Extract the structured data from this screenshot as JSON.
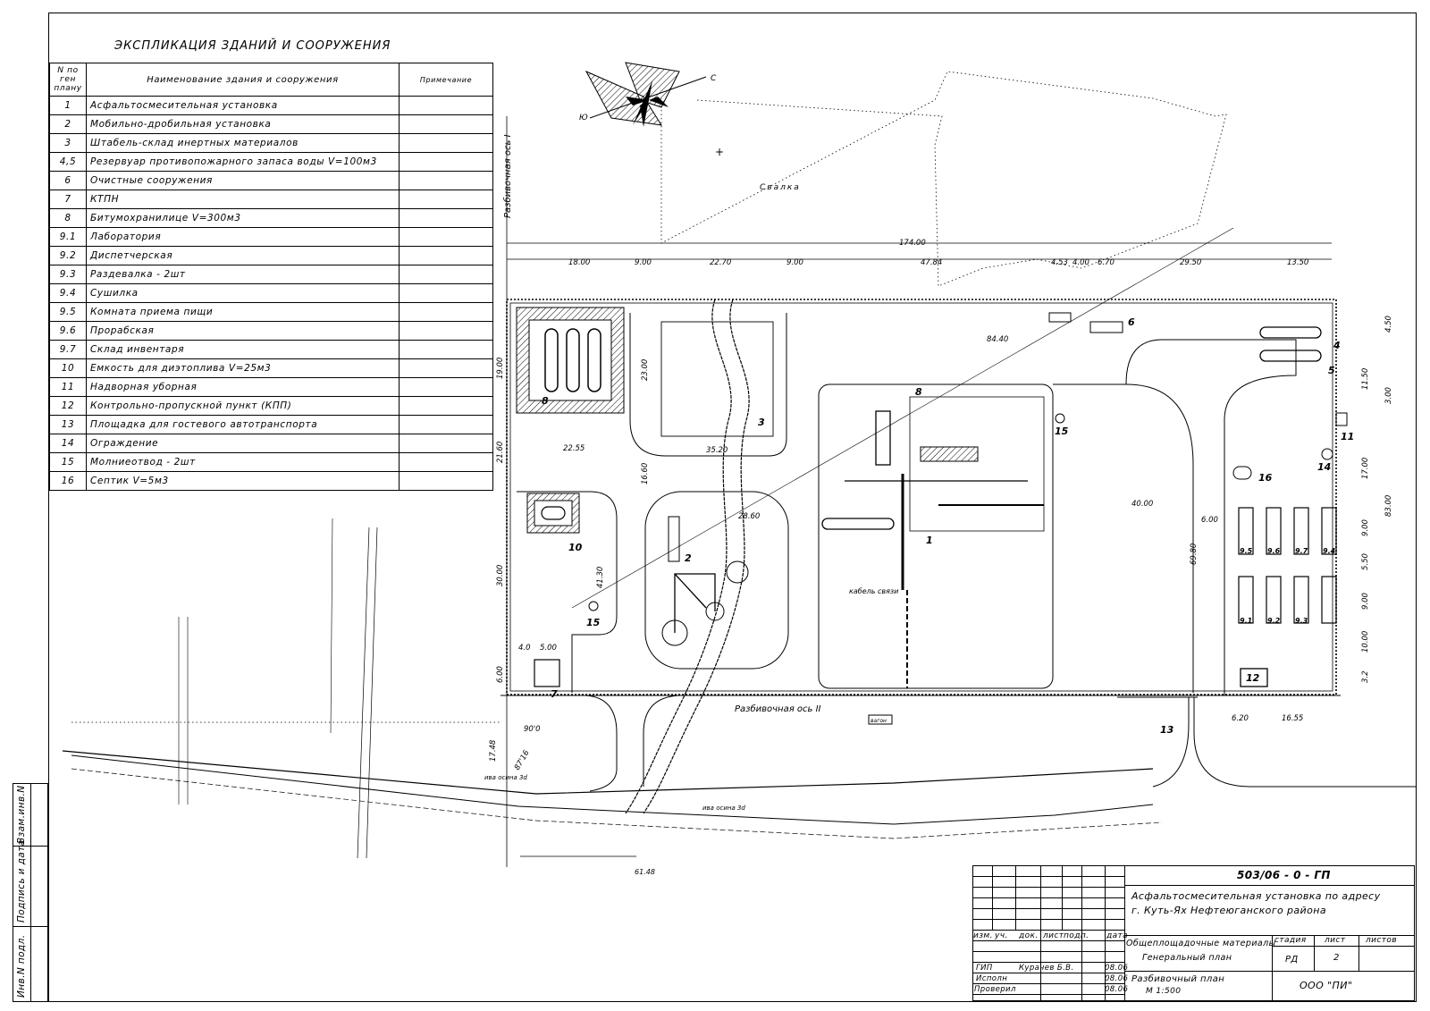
{
  "explication": {
    "title": "ЭКСПЛИКАЦИЯ ЗДАНИЙ И СООРУЖЕНИЯ",
    "headers": {
      "num": "N по ген плану",
      "name": "Наименование здания и сооружения",
      "note": "Примечание"
    },
    "rows": [
      {
        "num": "1",
        "name": "Асфальтосмесительная установка"
      },
      {
        "num": "2",
        "name": "Мобильно-дробильная установка"
      },
      {
        "num": "3",
        "name": "Штабель-склад инертных материалов"
      },
      {
        "num": "4,5",
        "name": "Резервуар противопожарного запаса воды V=100м3"
      },
      {
        "num": "6",
        "name": "Очистные сооружения"
      },
      {
        "num": "7",
        "name": "КТПН"
      },
      {
        "num": "8",
        "name": "Битумохранилице V=300м3"
      },
      {
        "num": "9.1",
        "name": "Лаборатория"
      },
      {
        "num": "9.2",
        "name": "Диспетчерская"
      },
      {
        "num": "9.3",
        "name": "Раздевалка - 2шт"
      },
      {
        "num": "9.4",
        "name": "Сушилка"
      },
      {
        "num": "9.5",
        "name": "Комната приема пищи"
      },
      {
        "num": "9.6",
        "name": "Прорабская"
      },
      {
        "num": "9.7",
        "name": "Склад инвентаря"
      },
      {
        "num": "10",
        "name": "Емкость для диэтоплива V=25м3"
      },
      {
        "num": "11",
        "name": "Надворная уборная"
      },
      {
        "num": "12",
        "name": "Контрольно-пропускной пункт (КПП)"
      },
      {
        "num": "13",
        "name": "Площадка для гостевого автотранспорта"
      },
      {
        "num": "14",
        "name": "Ограждение"
      },
      {
        "num": "15",
        "name": "Молниеотвод - 2шт"
      },
      {
        "num": "16",
        "name": "Септик V=5м3"
      }
    ]
  },
  "plan": {
    "axis1": "Разбивочная ось I",
    "axis2": "Разбивочная ось II",
    "dump": "Свалка",
    "cable": "кабель связи",
    "wagon": "вагон",
    "compass_n": "С",
    "compass_s": "Ю",
    "dims": [
      "18.00",
      "9.00",
      "22.70",
      "9.00",
      "47.84",
      "4.53",
      "4.00",
      "6.70",
      "29.50",
      "13.50",
      "174.00",
      "84.40",
      "19.00",
      "21.60",
      "30.00",
      "22.55",
      "35.20",
      "16.60",
      "28.60",
      "41.30",
      "23.00",
      "40.00",
      "69.80",
      "6.00",
      "83.00",
      "17.00",
      "9.00",
      "5.50",
      "9.00",
      "10.00",
      "4.50",
      "11.50",
      "3.00",
      "3.2",
      "6.20",
      "16.55",
      "6.00",
      "4.0",
      "5.00",
      "17.48",
      "61.48",
      "90'0",
      "87'16"
    ],
    "labels": [
      "1",
      "2",
      "3",
      "4",
      "5",
      "6",
      "7",
      "8",
      "8",
      "10",
      "11",
      "12",
      "13",
      "14",
      "15",
      "15",
      "16",
      "9.1",
      "9.2",
      "9.3",
      "9.4",
      "9.5",
      "9.6",
      "9.7"
    ],
    "pit_notes": [
      "ива осина 3d",
      "ива осина 3d"
    ]
  },
  "stamp": {
    "code": "503/06 - 0 - ГП",
    "title_line1": "Асфальтосмесительная установка по адресу",
    "title_line2": "г. Куть-Ях Нефтеюганского района",
    "cols": [
      "изм.",
      "уч.",
      "док.",
      "лист",
      "подп.",
      "дата"
    ],
    "section_line1": "Общеплощадочные материалы",
    "section_line2": "Генеральный план",
    "stage_header": "стадия",
    "sheet_header": "лист",
    "sheets_header": "листов",
    "stage": "РД",
    "sheet": "2",
    "sheets": "",
    "gip_role": "ГИП",
    "gip_name": "Курачев Б.В.",
    "gip_date": "08.06",
    "exec_role": "Исполн",
    "exec_date": "08.06",
    "check_role": "Проверил",
    "check_date": "08.06",
    "drawing_line1": "Разбивочный план",
    "drawing_line2": "М 1:500",
    "org": "ООО \"ПИ\""
  },
  "side": {
    "inv_podl": "Инв.N подл.",
    "podpis": "Подпись и дата",
    "vzam": "Взам.инв.N"
  }
}
